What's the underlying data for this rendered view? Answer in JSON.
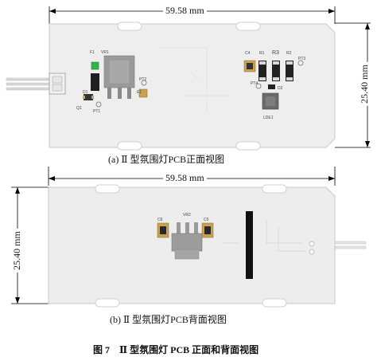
{
  "top": {
    "width_label": "59.58 mm",
    "height_label": "25.40 mm",
    "caption": "(a) Ⅱ 型氛围灯PCB正面视图",
    "silkscreen": {
      "f1": "F1",
      "vr1": "VR1",
      "pt2": "PT2",
      "e1": "E1",
      "d1": "D1",
      "q1": "Q1",
      "pt1": "PT1",
      "c4": "C4",
      "r1": "R1",
      "r3": "R3",
      "r2": "R2",
      "pt3": "PT3",
      "pt4": "PT4",
      "d2": "D2",
      "lde1": "LDE1"
    }
  },
  "bottom": {
    "width_label": "59.58 mm",
    "height_label": "25.40 mm",
    "caption": "(b) Ⅱ 型氛围灯PCB背面视图",
    "silkscreen": {
      "c6": "C6",
      "vr2": "VR2",
      "c5": "C5"
    }
  },
  "figure_caption": "图 7　Ⅱ 型氛围灯 PCB 正面和背面视图"
}
